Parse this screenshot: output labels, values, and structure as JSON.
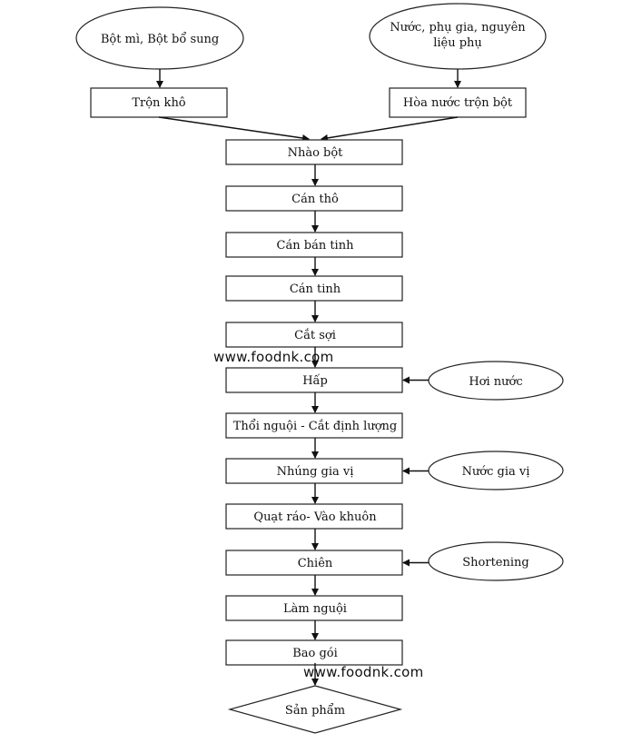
{
  "colors": {
    "stroke": "#222222",
    "text": "#111111",
    "background": "#ffffff"
  },
  "inputs": {
    "flour": [
      "Bột mì, Bột bổ sung"
    ],
    "water": [
      "Nước, phụ gia, nguyên",
      "liệu phụ"
    ]
  },
  "pre_steps": {
    "dry_mix": "Trộn khô",
    "water_mix": "Hòa nước trộn bột"
  },
  "steps": [
    "Nhào bột",
    "Cán thô",
    "Cán bán tinh",
    "Cán tinh",
    "Cắt sợi",
    "Hấp",
    "Thổi nguội - Cắt định lượng",
    "Nhúng gia vị",
    "Quạt ráo- Vào khuôn",
    "Chiên",
    "Làm nguội",
    "Bao gói"
  ],
  "side_inputs": [
    "Hơi nước",
    "Nước gia vị",
    "Shortening"
  ],
  "product": "Sản phẩm",
  "watermark": "www.foodnk.com"
}
